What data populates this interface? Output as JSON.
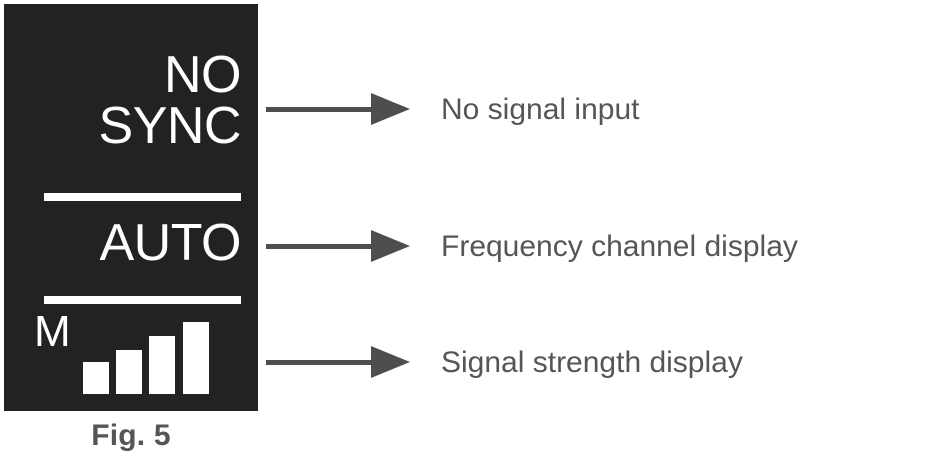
{
  "figure": {
    "caption": "Fig. 5"
  },
  "lcd_display": {
    "background_color": "#242122",
    "foreground_color": "#ffffff",
    "status_line_1": "NO",
    "status_line_2": "SYNC",
    "channel_value": "AUTO",
    "mode_indicator": "M",
    "signal_bars": {
      "count": 4,
      "levels": [
        1,
        2,
        3,
        4
      ]
    }
  },
  "callouts": [
    {
      "label": "No signal input",
      "icon": "arrow-right-icon",
      "target": "status-line"
    },
    {
      "label": "Frequency channel display",
      "icon": "arrow-right-icon",
      "target": "channel-line"
    },
    {
      "label": "Signal strength display",
      "icon": "arrow-right-icon",
      "target": "signal-strength-line"
    }
  ],
  "colors": {
    "panel": "#242122",
    "label_text": "#55555a",
    "arrow": "#4e4e50",
    "caption_text": "#555558",
    "page_background": "#ffffff"
  }
}
